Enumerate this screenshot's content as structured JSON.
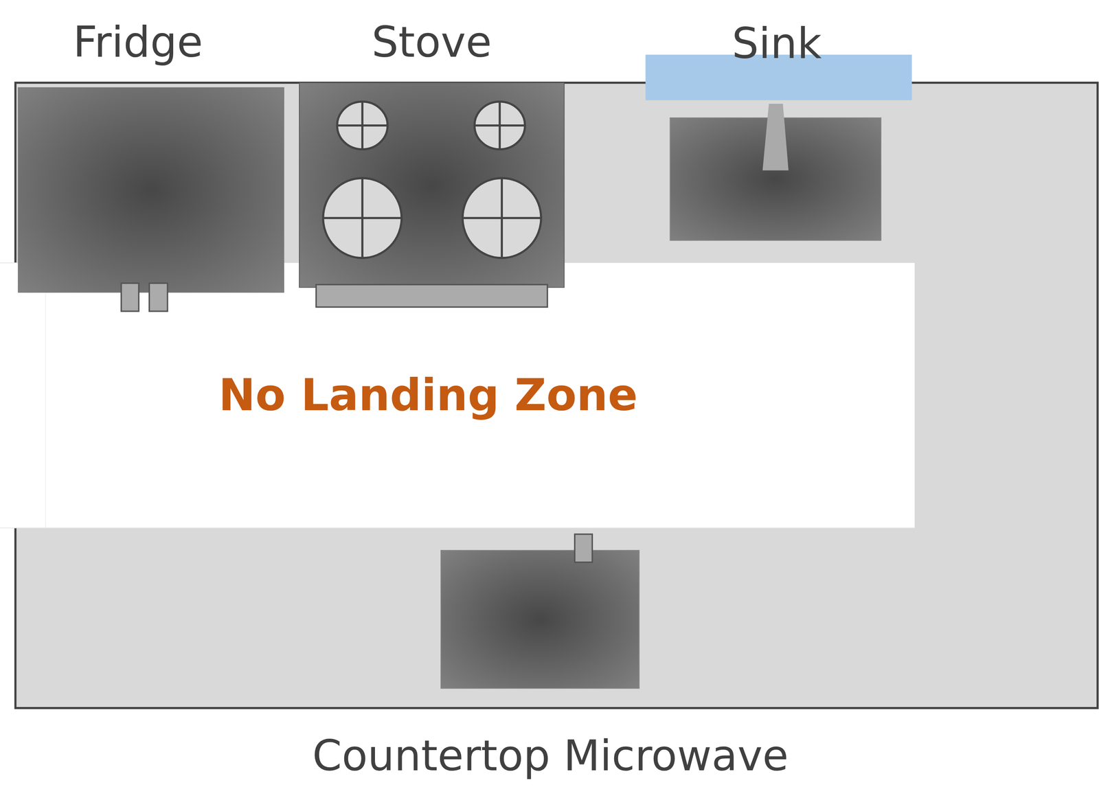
{
  "diagram": {
    "labels": [
      "Fridge",
      "Stove",
      "Sink",
      "No Landing Zone",
      "Countertop Microwave"
    ]
  }
}
